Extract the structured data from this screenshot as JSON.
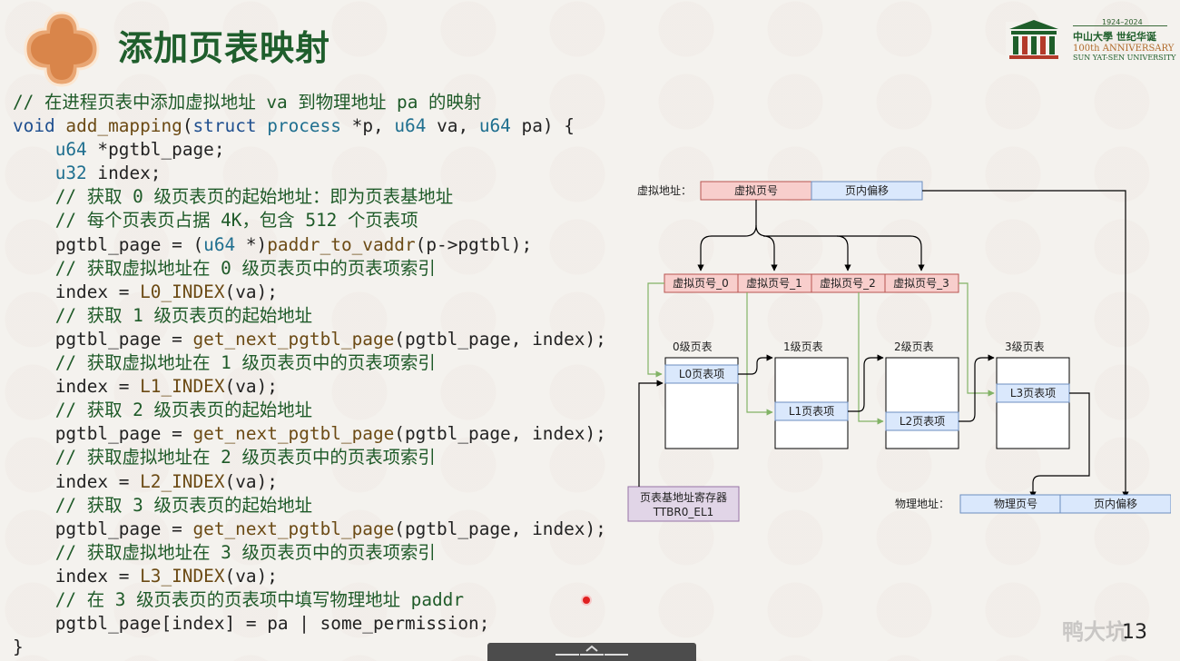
{
  "slide": {
    "title": "添加页表映射",
    "page_number": "13",
    "watermark": "鸭大坑"
  },
  "logo": {
    "years": "1924–2024",
    "name": "中山大學 世纪华诞",
    "anniversary": "100th ANNIVERSARY",
    "university": "SUN YAT-SEN UNIVERSITY"
  },
  "code_lines": [
    "// 在进程页表中添加虚拟地址 va 到物理地址 pa 的映射",
    "void add_mapping(struct process *p, u64 va, u64 pa) {",
    "    u64 *pgtbl_page;",
    "    u32 index;",
    "    // 获取 0 级页表页的起始地址：即为页表基地址",
    "    // 每个页表页占据 4K，包含 512 个页表项",
    "    pgtbl_page = (u64 *)paddr_to_vaddr(p->pgtbl);",
    "    // 获取虚拟地址在 0 级页表页中的页表项索引",
    "    index = L0_INDEX(va);",
    "    // 获取 1 级页表页的起始地址",
    "    pgtbl_page = get_next_pgtbl_page(pgtbl_page, index);",
    "    // 获取虚拟地址在 1 级页表页中的页表项索引",
    "    index = L1_INDEX(va);",
    "    // 获取 2 级页表页的起始地址",
    "    pgtbl_page = get_next_pgtbl_page(pgtbl_page, index);",
    "    // 获取虚拟地址在 2 级页表页中的页表项索引",
    "    index = L2_INDEX(va);",
    "    // 获取 3 级页表页的起始地址",
    "    pgtbl_page = get_next_pgtbl_page(pgtbl_page, index);",
    "    // 获取虚拟地址在 3 级页表页中的页表项索引",
    "    index = L3_INDEX(va);",
    "    // 在 3 级页表页的页表项中填写物理地址 paddr",
    "    pgtbl_page[index] = pa | some_permission;",
    "}"
  ],
  "diagram": {
    "virtual_address_label": "虚拟地址：",
    "vpn_label": "虚拟页号",
    "offset_label": "页内偏移",
    "vpn_parts": [
      "虚拟页号_0",
      "虚拟页号_1",
      "虚拟页号_2",
      "虚拟页号_3"
    ],
    "levels": [
      {
        "title": "0级页表",
        "entry": "L0页表项"
      },
      {
        "title": "1级页表",
        "entry": "L1页表项"
      },
      {
        "title": "2级页表",
        "entry": "L2页表项"
      },
      {
        "title": "3级页表",
        "entry": "L3页表项"
      }
    ],
    "base_register_line1": "页表基地址寄存器",
    "base_register_line2": "TTBR0_EL1",
    "physical_address_label": "物理地址：",
    "ppn_label": "物理页号",
    "pa_offset_label": "页内偏移",
    "colors": {
      "vpn_fill": "#f8cecc",
      "offset_fill": "#dae8fc",
      "register_fill": "#e1d5e7",
      "arrow_green": "#82b366"
    }
  }
}
